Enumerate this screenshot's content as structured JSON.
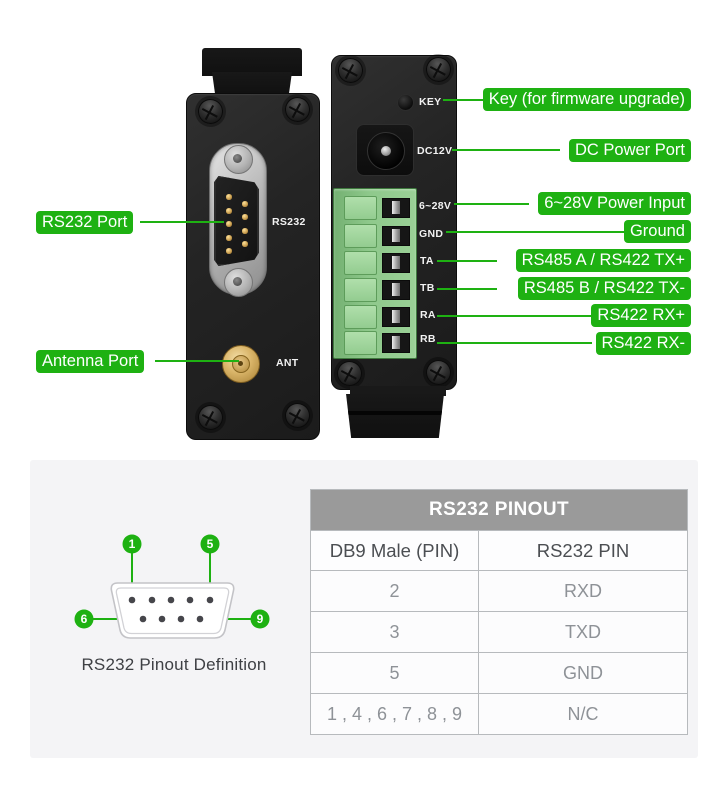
{
  "colors": {
    "accent_green": "#1eb112",
    "panel_bg": "#f4f4f6",
    "table_header_bg": "#9a9a9a",
    "terminal_block_green": "#8fc98c"
  },
  "front_view": {
    "rs232_marking": "RS232",
    "ant_marking": "ANT",
    "callouts": {
      "rs232": "RS232 Port",
      "antenna": "Antenna Port"
    }
  },
  "rear_view": {
    "markings": [
      "KEY",
      "DC12V",
      "6~28V",
      "GND",
      "TA",
      "TB",
      "RA",
      "RB"
    ],
    "callouts": [
      "Key (for firmware upgrade)",
      "DC Power Port",
      "6~28V Power Input",
      "Ground",
      "RS485 A / RS422 TX+",
      "RS485 B / RS422 TX-",
      "RS422 RX+",
      "RS422 RX-"
    ]
  },
  "pinout_section": {
    "diagram": {
      "markers": [
        "1",
        "5",
        "6",
        "9"
      ],
      "caption": "RS232 Pinout Definition"
    },
    "table": {
      "title": "RS232 PINOUT",
      "columns": [
        "DB9 Male (PIN)",
        "RS232 PIN"
      ],
      "rows": [
        [
          "2",
          "RXD"
        ],
        [
          "3",
          "TXD"
        ],
        [
          "5",
          "GND"
        ],
        [
          "1 , 4 , 6 , 7 , 8 , 9",
          "N/C"
        ]
      ]
    }
  }
}
